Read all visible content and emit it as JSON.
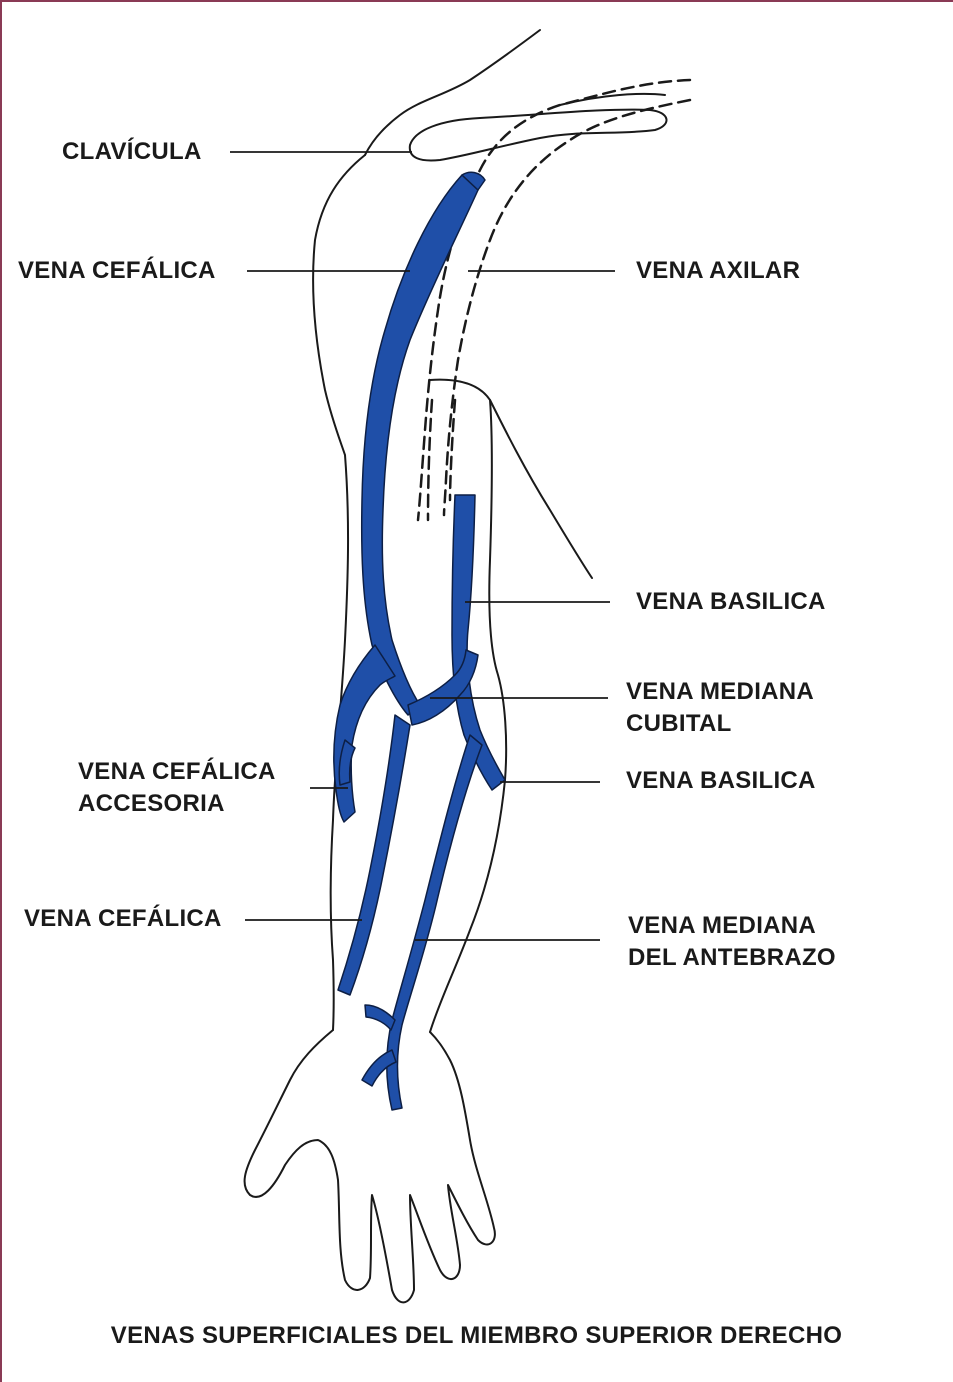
{
  "labels": {
    "clavicula": "CLAVÍCULA",
    "vena_cefalica_upper": "VENA CEFÁLICA",
    "vena_axilar": "VENA AXILAR",
    "vena_basilica_upper": "VENA BASILICA",
    "vena_mediana_cubital": [
      "VENA MEDIANA",
      "CUBITAL"
    ],
    "vena_cefalica_accesoria": [
      "VENA CEFÁLICA",
      "ACCESORIA"
    ],
    "vena_basilica_lower": "VENA BASILICA",
    "vena_cefalica_lower": "VENA CEFÁLICA",
    "vena_mediana_antebrazo": [
      "VENA MEDIANA",
      "DEL ANTEBRAZO"
    ]
  },
  "caption": "VENAS SUPERFICIALES DEL MIEMBRO SUPERIOR DERECHO",
  "colors": {
    "vein": "#1f4fa8",
    "outline": "#1a1a1a",
    "frame": "#8a3a55"
  }
}
